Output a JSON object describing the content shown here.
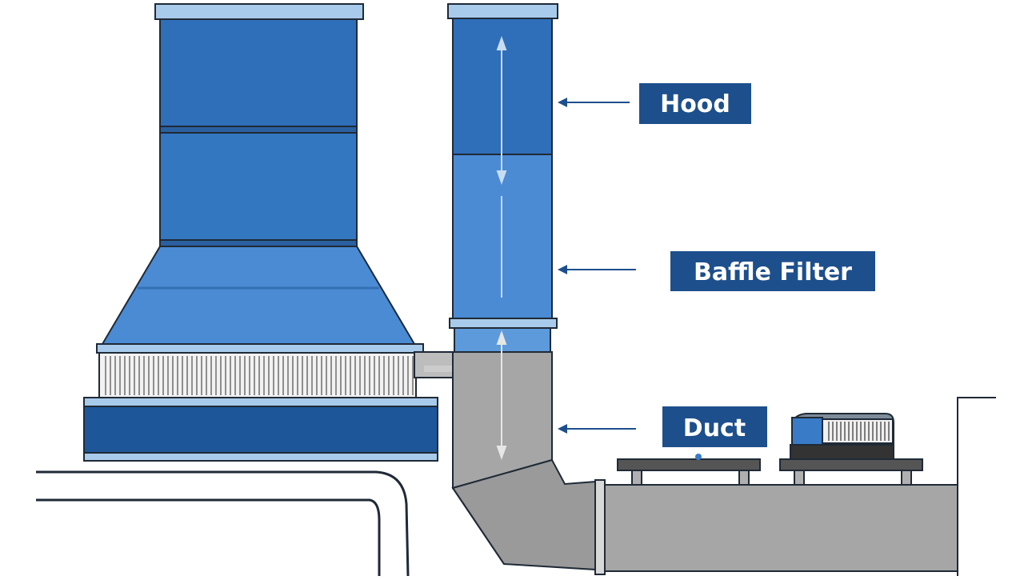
{
  "labels": {
    "hood": "Hood",
    "baffle_filter": "Baffle Filter",
    "duct": "Duct"
  },
  "colors": {
    "hood_blue": "#3A7BC8",
    "hood_blue_dark": "#2D67AE",
    "hood_blue_light": "#5C9ADB",
    "cap_blue": "#A9CBEB",
    "base_blue": "#1E5799",
    "label_bg": "#1D4F8C",
    "label_text": "#FFFFFF",
    "duct_gray": "#A6A6A6",
    "duct_gray_dark": "#8E8E8E",
    "outline": "#1F2A36"
  }
}
